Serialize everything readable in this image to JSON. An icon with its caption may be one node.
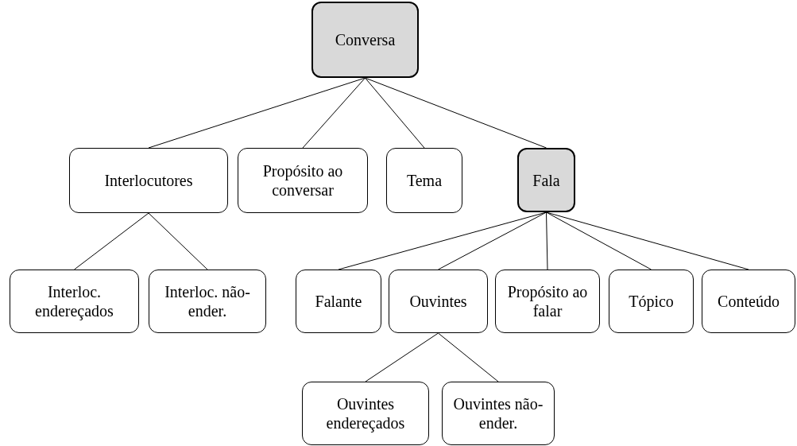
{
  "diagram": {
    "nodes": [
      {
        "text": [
          "Conversa"
        ]
      },
      {
        "text": [
          "Interlocutores"
        ]
      },
      {
        "text": [
          "Propósito ao conversar"
        ]
      },
      {
        "text": [
          "Tema"
        ]
      },
      {
        "text": [
          "Fala"
        ]
      },
      {
        "text": [
          "Interloc. endereçados"
        ]
      },
      {
        "text": [
          "Interloc. não-ender."
        ]
      },
      {
        "text": [
          "Falante"
        ]
      },
      {
        "text": [
          "Ouvintes"
        ]
      },
      {
        "text": [
          "Propósito ao falar"
        ]
      },
      {
        "text": [
          "Tópico"
        ]
      },
      {
        "text": [
          "Conteúdo"
        ]
      },
      {
        "text": [
          "Ouvintes endereçados"
        ]
      },
      {
        "text": [
          "Ouvintes não-ender."
        ]
      }
    ],
    "edges": [
      {
        "from": 0,
        "to": 1,
        "arrow": "none"
      },
      {
        "from": 0,
        "to": 2,
        "arrow": "none"
      },
      {
        "from": 0,
        "to": 3,
        "arrow": "none"
      },
      {
        "from": 0,
        "to": 4,
        "arrow": "none"
      },
      {
        "from": 1,
        "to": 5,
        "arrow": "none"
      },
      {
        "from": 1,
        "to": 6,
        "arrow": "none"
      },
      {
        "from": 4,
        "to": 7,
        "arrow": "none"
      },
      {
        "from": 4,
        "to": 8,
        "arrow": "none"
      },
      {
        "from": 4,
        "to": 9,
        "arrow": "none"
      },
      {
        "from": 4,
        "to": 10,
        "arrow": "none"
      },
      {
        "from": 4,
        "to": 11,
        "arrow": "none"
      },
      {
        "from": 8,
        "to": 12,
        "arrow": "none"
      },
      {
        "from": 8,
        "to": 13,
        "arrow": "none"
      }
    ]
  }
}
